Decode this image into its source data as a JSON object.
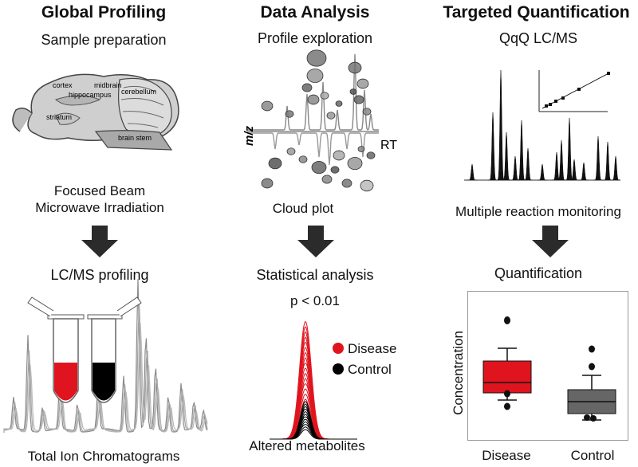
{
  "columns": [
    {
      "heading": "Global Profiling",
      "step1": "Sample preparation",
      "brain_labels": [
        "cortex",
        "midbrain",
        "hippocampus",
        "cerebellum",
        "striatum",
        "brain stem"
      ],
      "method_line1": "Focused Beam",
      "method_line2": "Microwave Irradiation",
      "step2": "LC/MS profiling",
      "footer": "Total Ion Chromatograms"
    },
    {
      "heading": "Data Analysis",
      "step1": "Profile exploration",
      "y_axis": "m/z",
      "x_axis": "RT",
      "caption": "Cloud plot",
      "step2": "Statistical analysis",
      "pvalue": "p < 0.01",
      "legend": [
        {
          "label": "Disease",
          "color": "#e0141e"
        },
        {
          "label": "Control",
          "color": "#000000"
        }
      ],
      "footer": "Altered metabolites"
    },
    {
      "heading": "Targeted Quantification",
      "step1": "QqQ LC/MS",
      "caption": "Multiple reaction monitoring",
      "step2": "Quantification",
      "box_ylabel": "Concentration",
      "groups": [
        {
          "label": "Disease",
          "color": "#e0141e"
        },
        {
          "label": "Control",
          "color": "#666666"
        }
      ]
    }
  ],
  "colors": {
    "arrow": "#2b2b2b",
    "disease": "#e0141e",
    "control": "#000000",
    "control_box": "#666666",
    "chromatogram": "#9a9a9a"
  }
}
